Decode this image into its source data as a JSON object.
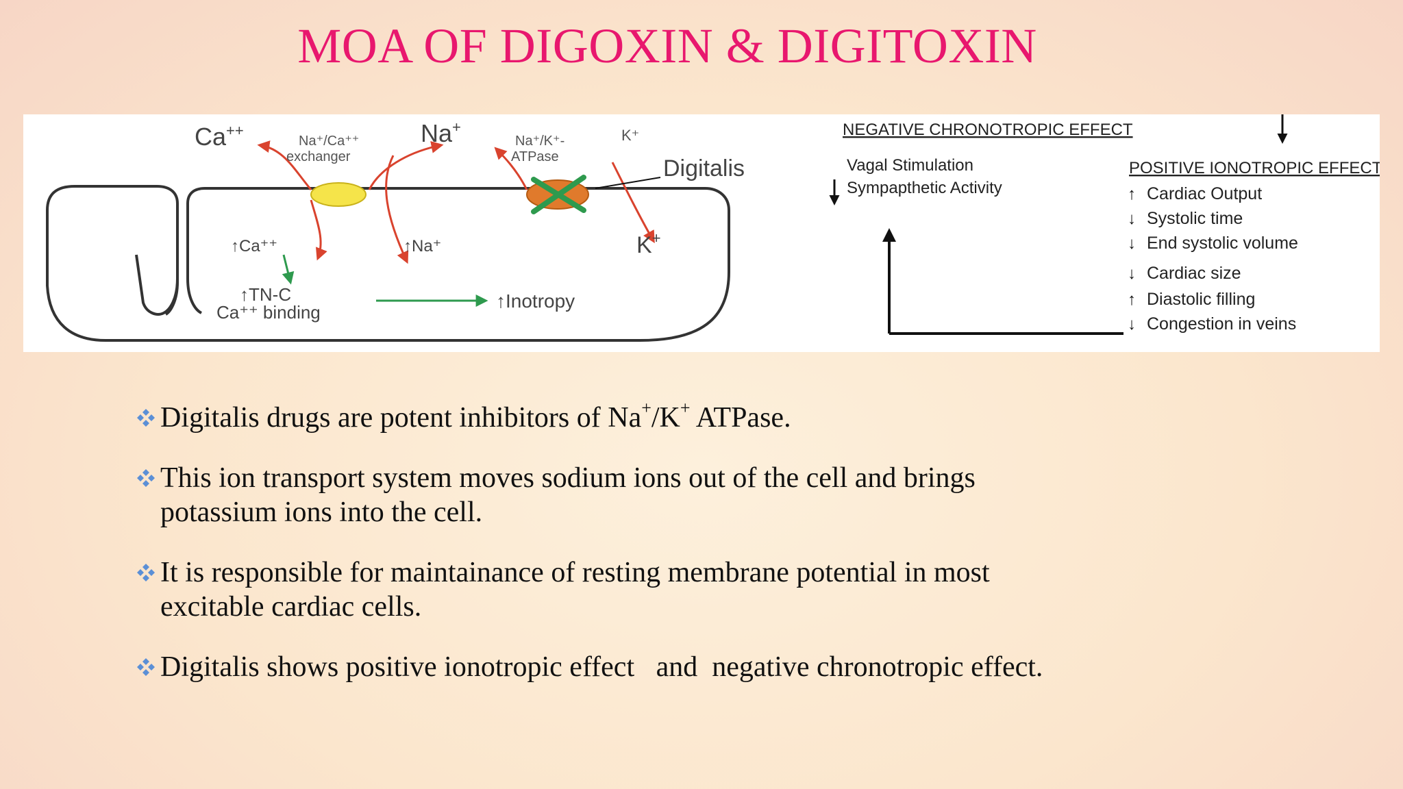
{
  "slide": {
    "title": "MOA OF DIGOXIN & DIGITOXIN"
  },
  "colors": {
    "title": "#e8176e",
    "bullet": "#5b8fd6",
    "arrow_red": "#d9432e",
    "arrow_green": "#2e9a4e",
    "exchanger": "#f5e44a",
    "pump": "#e07a2c"
  },
  "diagram": {
    "ca_label": "Ca",
    "ca_sup": "++",
    "exchanger_label_1": "Na⁺/Ca⁺⁺",
    "exchanger_label_2": "exchanger",
    "na_label": "Na",
    "na_sup": "+",
    "pump_label_1": "Na⁺/K⁺-",
    "pump_label_2": "ATPase",
    "k_top_label": "K⁺",
    "digitalis_label": "Digitalis",
    "ca_in_label": "↑Ca⁺⁺",
    "na_in_label": "↑Na⁺",
    "k_in_label": "K",
    "k_in_sup": "+",
    "tnc_label_1": "↑TN-C",
    "tnc_label_2": "Ca⁺⁺ binding",
    "inotropy_label": "↑Inotropy"
  },
  "effects": {
    "negative_title": "NEGATIVE CHRONOTROPIC EFFECT",
    "negative_items": [
      "Vagal Stimulation",
      "Sympapthetic Activity"
    ],
    "positive_title": "POSITIVE IONOTROPIC EFFECT",
    "positive_items": [
      {
        "dir": "↑",
        "text": "Cardiac Output"
      },
      {
        "dir": "↓",
        "text": "Systolic time"
      },
      {
        "dir": "↓",
        "text": "End systolic volume"
      },
      {
        "dir": "↓",
        "text": "Cardiac size"
      },
      {
        "dir": "↑",
        "text": "Diastolic filling"
      },
      {
        "dir": "↓",
        "text": "Congestion in veins"
      }
    ]
  },
  "bullets": [
    {
      "pre": "Digitalis drugs are potent inhibitors of Na",
      "sup1": "+",
      "mid": "/K",
      "sup2": "+",
      "post": " ATPase."
    },
    {
      "text_line1": "This ion transport system moves sodium ions out of the cell and brings",
      "text_line2": "potassium ions into the cell."
    },
    {
      "text_line1": "It is responsible for maintainance of resting membrane potential in most",
      "text_line2": "excitable cardiac cells."
    },
    {
      "text": "Digitalis shows positive ionotropic effect   and  negative chronotropic effect."
    }
  ]
}
